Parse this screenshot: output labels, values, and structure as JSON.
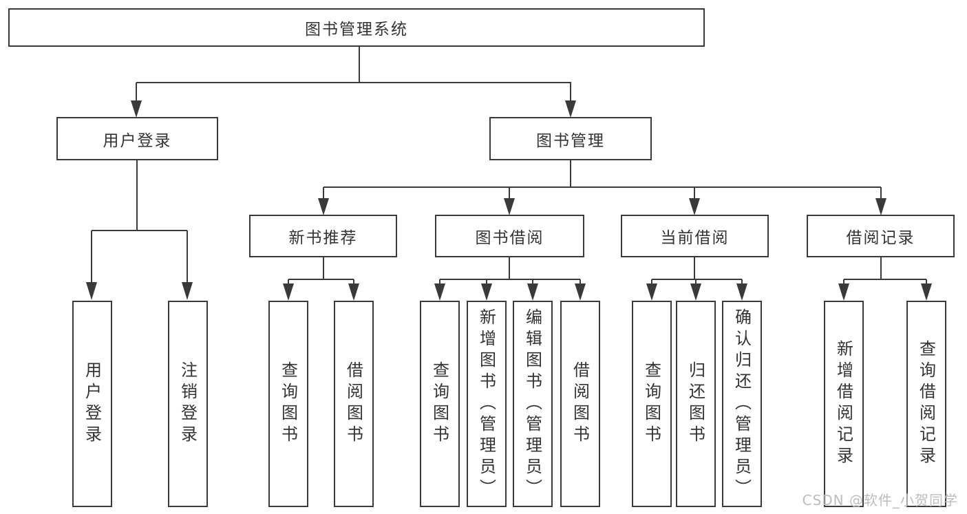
{
  "colors": {
    "line": "#3a3a3a",
    "text": "#333333",
    "watermark": "#bcbcbc",
    "background": "#ffffff"
  },
  "chart": {
    "root": "图书管理系统",
    "user_login": {
      "label": "用户登录",
      "leaves": [
        "用户登录",
        "注销登录"
      ]
    },
    "book_management": {
      "label": "图书管理",
      "groups": [
        {
          "label": "新书推荐",
          "leaves": [
            "查询图书",
            "借阅图书"
          ]
        },
        {
          "label": "图书借阅",
          "leaves": [
            "查询图书",
            "新增图书（管理员）",
            "编辑图书（管理员）",
            "借阅图书"
          ]
        },
        {
          "label": "当前借阅",
          "leaves": [
            "查询图书",
            "归还图书",
            "确认归还（管理员）"
          ]
        },
        {
          "label": "借阅记录",
          "leaves": [
            "新增借阅记录",
            "查询借阅记录"
          ]
        }
      ]
    }
  },
  "watermark": "CSDN @软件_小贺同学"
}
